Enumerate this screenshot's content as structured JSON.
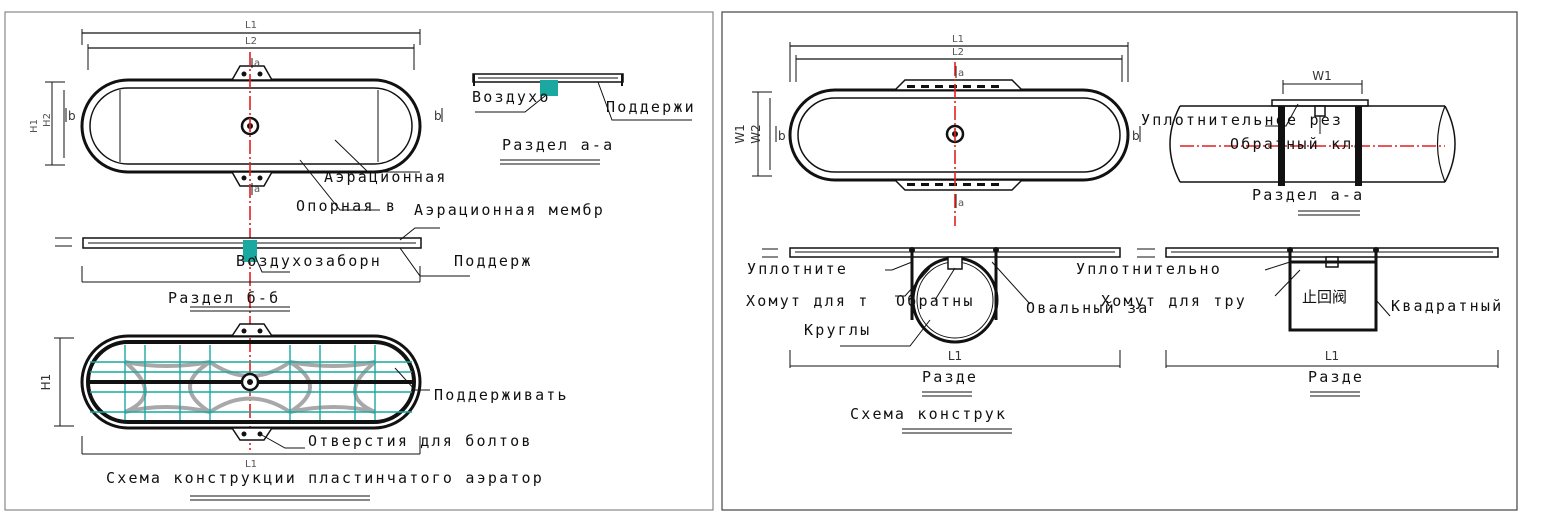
{
  "left_panel": {
    "dims": {
      "L1": "L1",
      "L2": "L2",
      "H1": "H1",
      "H2": "H2",
      "a": "a",
      "b": "b"
    },
    "labels": {
      "air_intake_top": "Воздухо",
      "support_top": "Поддержи",
      "section_aa": "Раздел а-а",
      "aeration_1": "Аэрационная",
      "support_plate": "Опорная в",
      "aeration_membrane": "Аэрационная мембр",
      "air_intake_mid": "Воздухозаборн",
      "support_mid": "Поддерж",
      "section_bb": "Раздел б-б",
      "support_bottom": "Поддерживать",
      "bolt_holes": "Отверстия для болтов",
      "title": "Схема конструкции пластинчатого аэратор"
    }
  },
  "right_panel": {
    "dims": {
      "L1": "L1",
      "L2": "L2",
      "W1": "W1",
      "W2": "W2",
      "a": "a",
      "b": "b"
    },
    "labels": {
      "seal_top": "Уплотнительное рез",
      "check_valve_top": "Обратный кла",
      "section_aa": "Раздел а-а",
      "seal_left": "Уплотните",
      "clamp_left": "Хомут для т",
      "check_left": "Обратны",
      "oval": "Овальный за",
      "round": "Круглы",
      "section_left": "Разде",
      "title": "Схема конструк",
      "seal_right": "Уплотнительно",
      "clamp_right": "Хомут для тру",
      "check_cn": "止回阀",
      "square": "Квадратный",
      "section_right": "Разде"
    }
  },
  "colors": {
    "line": "#111111",
    "axis": "#e02020",
    "accent": "#1aa8a0",
    "support": "#a8a8a8"
  }
}
